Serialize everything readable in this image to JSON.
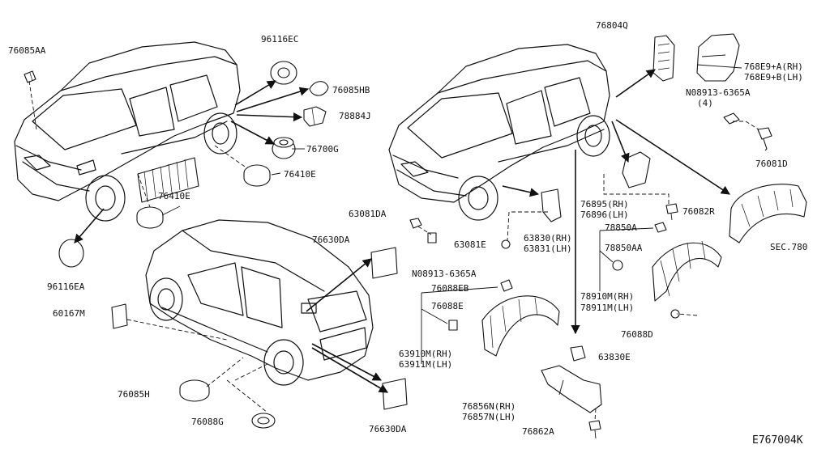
{
  "diagram_code": "E767004K",
  "labels": {
    "l76085AA": "76085AA",
    "l96116EC": "96116EC",
    "l76085HB": "76085HB",
    "l78884J": "78884J",
    "l76700G": "76700G",
    "l76410E_a": "76410E",
    "l76410E_b": "76410E",
    "l96116EA": "96116EA",
    "l76804Q": "76804Q",
    "l768E9A": "768E9+A(RH)",
    "l768E9B": "768E9+B(LH)",
    "lN08913_top": "N08913-6365A",
    "lN08913_top_qty": "(4)",
    "l76081D": "76081D",
    "l76895": "76895(RH)",
    "l76896": "76896(LH)",
    "l76082R": "76082R",
    "lSEC780": "SEC.780",
    "l63081DA": "63081DA",
    "l63081E": "63081E",
    "l63830": "63830(RH)",
    "l63831": "63831(LH)",
    "lN08913_mid": "N08913-6365A",
    "l78850A": "78850A",
    "l78850AA": "78850AA",
    "l78910M": "78910M(RH)",
    "l78911M": "78911M(LH)",
    "l76088D": "76088D",
    "l76630DA_a": "76630DA",
    "l76630DA_b": "76630DA",
    "l60167M": "60167M",
    "l76088EB": "76088EB",
    "l76088E": "76088E",
    "l63910M": "63910M(RH)",
    "l63911M": "63911M(LH)",
    "l63830E": "63830E",
    "l76085H": "76085H",
    "l76088G": "76088G",
    "l76856N": "76856N(RH)",
    "l76857N": "76857N(LH)",
    "l76862A": "76862A"
  }
}
